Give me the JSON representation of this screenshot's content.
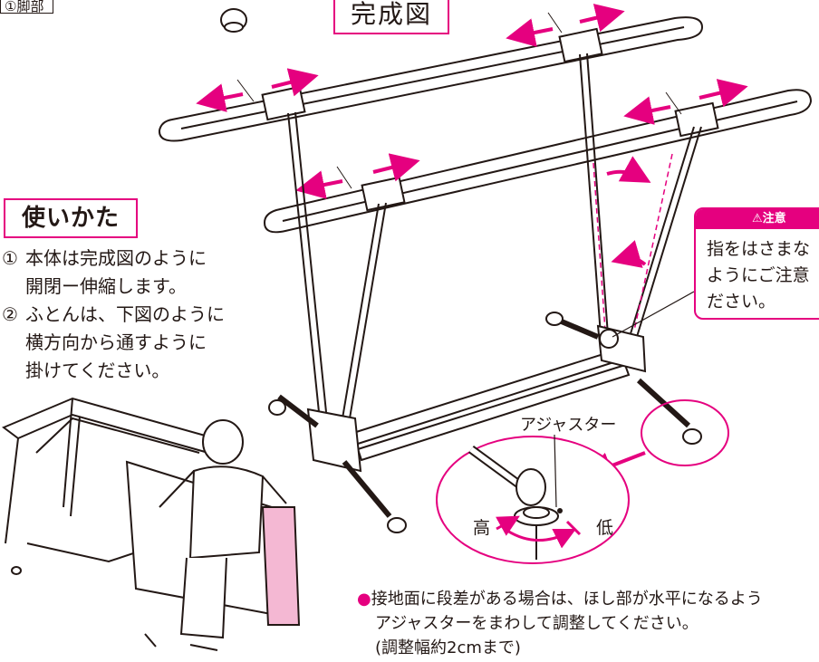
{
  "labels": {
    "legs": "①脚部",
    "title": "完成図",
    "usage_title": "使いかた",
    "instruction1_num": "①",
    "instruction1_line1": "本体は完成図のように",
    "instruction1_line2": "開閉ー伸縮します。",
    "instruction2_num": "②",
    "instruction2_line1": "ふとんは、下図のように",
    "instruction2_line2": "横方向から通すように",
    "instruction2_line3": "掛けてください。",
    "caution_header": "⚠注意",
    "caution_line1": "指をはさまな",
    "caution_line2": "ようにご注意",
    "caution_line3": "ださい。",
    "adjuster": "アジャスター",
    "high": "高",
    "low": "低",
    "note_bullet": "●",
    "note_line1": "接地面に段差がある場合は、ほし部が水平になるよう",
    "note_line2": "アジャスターをまわして調整してください。",
    "note_line3": "(調整幅約2cmまで)"
  },
  "colors": {
    "accent": "#e5007f",
    "line": "#231815",
    "pink_light": "#f4b8d3"
  }
}
